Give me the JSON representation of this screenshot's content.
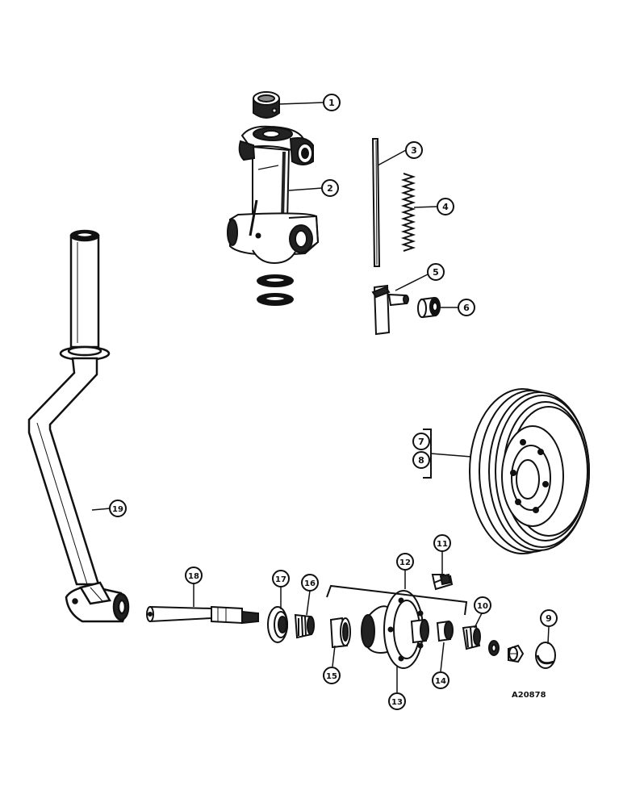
{
  "figure_code": "A20878",
  "callouts": [
    {
      "id": "1",
      "label": "1"
    },
    {
      "id": "2",
      "label": "2"
    },
    {
      "id": "3",
      "label": "3"
    },
    {
      "id": "4",
      "label": "4"
    },
    {
      "id": "5",
      "label": "5"
    },
    {
      "id": "6",
      "label": "6"
    },
    {
      "id": "7",
      "label": "7"
    },
    {
      "id": "8",
      "label": "8"
    },
    {
      "id": "9",
      "label": "9"
    },
    {
      "id": "10",
      "label": "10"
    },
    {
      "id": "11",
      "label": "11"
    },
    {
      "id": "12",
      "label": "12"
    },
    {
      "id": "13",
      "label": "13"
    },
    {
      "id": "14",
      "label": "14"
    },
    {
      "id": "15",
      "label": "15"
    },
    {
      "id": "16",
      "label": "16"
    },
    {
      "id": "17",
      "label": "17"
    },
    {
      "id": "18",
      "label": "18"
    },
    {
      "id": "19",
      "label": "19"
    }
  ]
}
